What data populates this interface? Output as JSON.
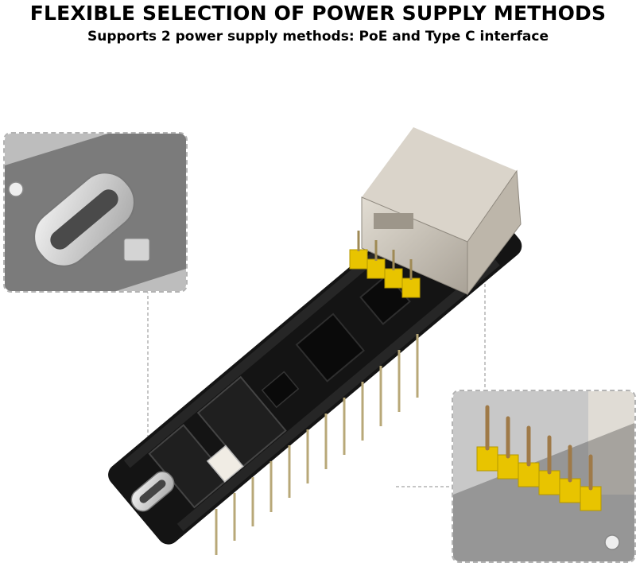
{
  "heading": {
    "title": "FLEXIBLE SELECTION OF POWER SUPPLY METHODS",
    "subtitle": "Supports 2 power supply methods: PoE and Type C interface"
  },
  "colors": {
    "pcb": "#141414",
    "header_pin": "#e8c400",
    "usb_metal": "#d9d9d9",
    "rj45_metal": "#c9c2b6",
    "dashed_line": "#b3b3b3"
  },
  "illustration": {
    "main_board": "microcontroller-board-with-rj45-jack",
    "left_inset": "usb-type-c-connector-closeup",
    "right_inset": "poe-header-pins-closeup"
  }
}
